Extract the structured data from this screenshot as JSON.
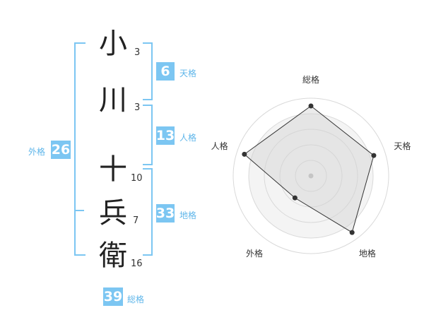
{
  "name": {
    "characters": [
      {
        "char": "小",
        "strokes": "3"
      },
      {
        "char": "川",
        "strokes": "3"
      },
      {
        "char": "十",
        "strokes": "10"
      },
      {
        "char": "兵",
        "strokes": "7"
      },
      {
        "char": "衛",
        "strokes": "16"
      }
    ]
  },
  "fortunes": {
    "tenkaku": {
      "value": "6",
      "label": "天格"
    },
    "jinkaku": {
      "value": "13",
      "label": "人格"
    },
    "chikaku": {
      "value": "33",
      "label": "地格"
    },
    "gaikaku": {
      "value": "26",
      "label": "外格"
    },
    "soukaku": {
      "value": "39",
      "label": "総格"
    }
  },
  "radar": {
    "axes": [
      "総格",
      "天格",
      "地格",
      "外格",
      "人格"
    ],
    "values": [
      0.9,
      0.85,
      0.9,
      0.35,
      0.9
    ],
    "fill": "#f0f0f0",
    "line": "#333333",
    "ring": "#d9d9d9",
    "center": "#bbbbbb"
  }
}
